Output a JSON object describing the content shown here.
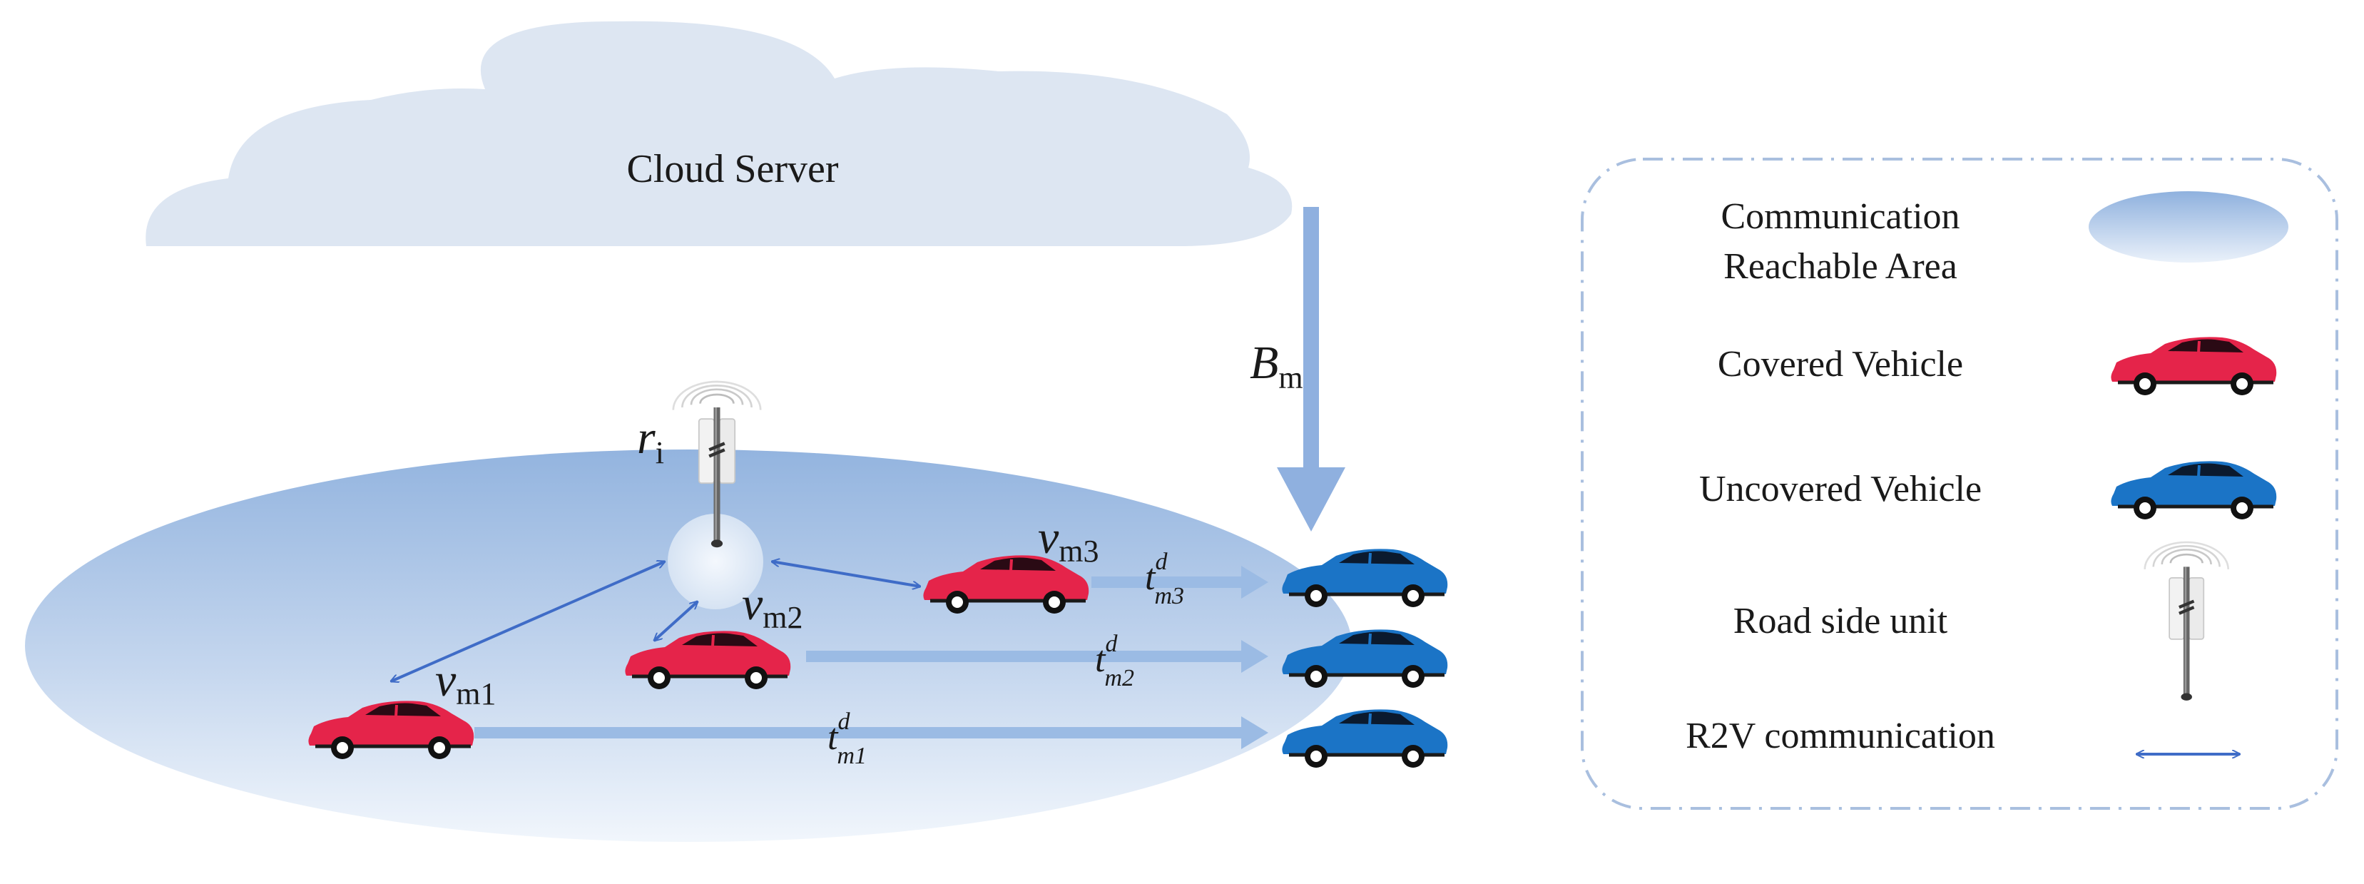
{
  "cloud": {
    "label": "Cloud Server",
    "color": "#dde6f2"
  },
  "area": {
    "color_top": "#93b4df",
    "color_bottom": "#eaf1fa"
  },
  "rsu": {
    "label_main": "r",
    "label_sub": "i"
  },
  "backhaul": {
    "label_main": "B",
    "label_sub": "m",
    "color": "#8fb0df"
  },
  "vehicles": {
    "covered_color": "#e5244a",
    "uncovered_color": "#1b74c6",
    "covered": [
      {
        "label_main": "v",
        "label_sub": "m1"
      },
      {
        "label_main": "v",
        "label_sub": "m2"
      },
      {
        "label_main": "v",
        "label_sub": "m3"
      }
    ]
  },
  "delays": [
    {
      "label_main": "t",
      "label_sup": "d",
      "label_sub": "m1"
    },
    {
      "label_main": "t",
      "label_sup": "d",
      "label_sub": "m2"
    },
    {
      "label_main": "t",
      "label_sup": "d",
      "label_sub": "m3"
    }
  ],
  "r2v_arrow_color": "#3f6cc7",
  "legend": {
    "items": [
      {
        "label_line1": "Communication",
        "label_line2": "Reachable Area",
        "icon": "area-ellipse-icon"
      },
      {
        "label": "Covered Vehicle",
        "icon": "red-car-icon"
      },
      {
        "label": "Uncovered Vehicle",
        "icon": "blue-car-icon"
      },
      {
        "label": "Road side unit",
        "icon": "rsu-antenna-icon"
      },
      {
        "label": "R2V communication",
        "icon": "double-arrow-icon"
      }
    ]
  }
}
